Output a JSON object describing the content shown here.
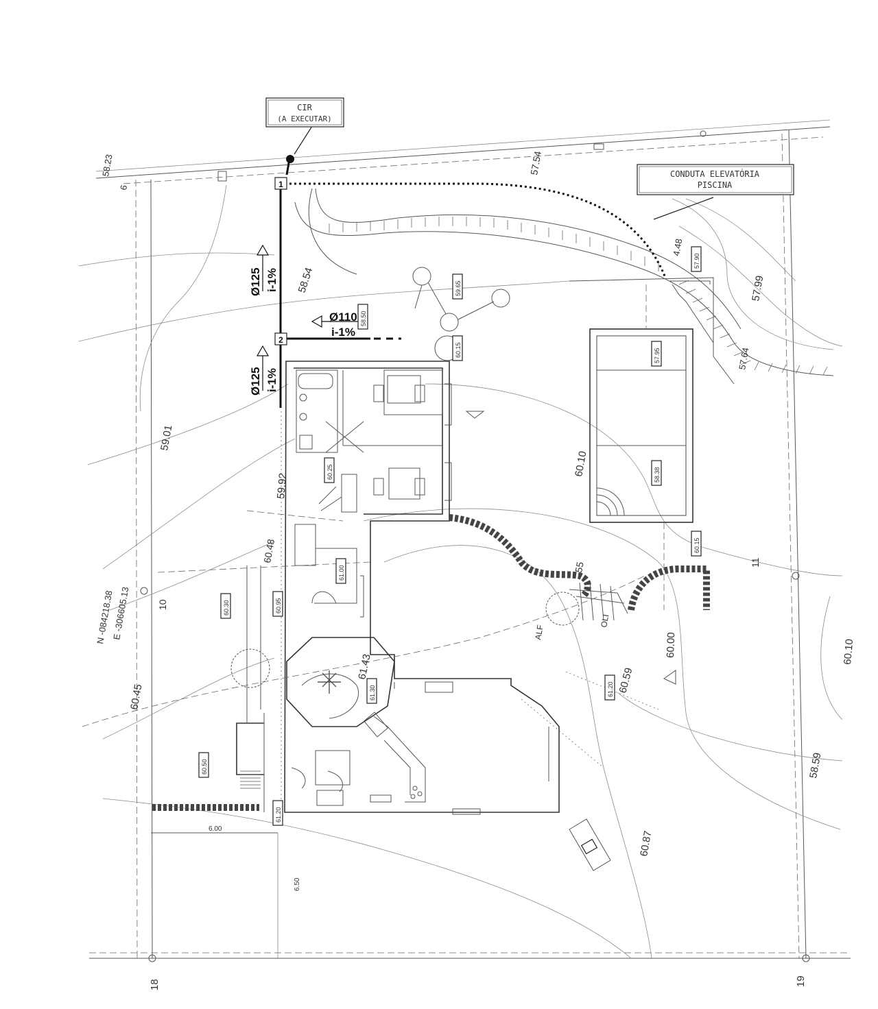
{
  "labels": {
    "cir_line1": "CIR",
    "cir_line2": "(A EXECUTAR)",
    "conduta_line1": "CONDUTA ELEVATÓRIA",
    "conduta_line2": "PISCINA",
    "pipe_upper_dia": "Ø125",
    "pipe_upper_slope": "i-1%",
    "pipe_lower_dia": "Ø125",
    "pipe_lower_slope": "i-1%",
    "pipe_branch_dia": "Ø110",
    "pipe_branch_slope": "i-1%",
    "node_1": "1",
    "node_2": "2"
  },
  "elevations": {
    "e5854": "58.54",
    "e5901": "59.01",
    "e6045": "60.45",
    "e6015a": "60.15",
    "e6015b": "60.15",
    "e5965": "59.65",
    "e5795": "57.95",
    "e5838": "58.38",
    "e6010": "60.10",
    "e5799": "57.99",
    "e5790": "57.90",
    "e6025": "60.25",
    "e6100": "61.00",
    "e6095": "60.95",
    "e6130": "61.30",
    "e6120a": "61.20",
    "e6120b": "61.20",
    "e6000": "60.00",
    "e6087": "60.87",
    "e6059": "60.59",
    "e5992": "59.92",
    "e6030": "60.30",
    "e6050": "60.50",
    "e5850": "58.50",
    "e6143": "61.43",
    "e5754": "57.54",
    "e6048": "60.48",
    "e6010b": "60.10",
    "e5859": "58.59"
  },
  "marks": {
    "m5823": "58.23",
    "m448": "4.48",
    "m5764": "57.64",
    "m18": "18",
    "m19": "19",
    "m10": "10",
    "m11": "11",
    "m6": "6",
    "m55": "55",
    "alf": "ALF",
    "oli": "OLI",
    "dim600": "6.00",
    "dim650": "6.50"
  },
  "coordinates": {
    "north": "N -084218.38",
    "east": "E -306605.13"
  }
}
